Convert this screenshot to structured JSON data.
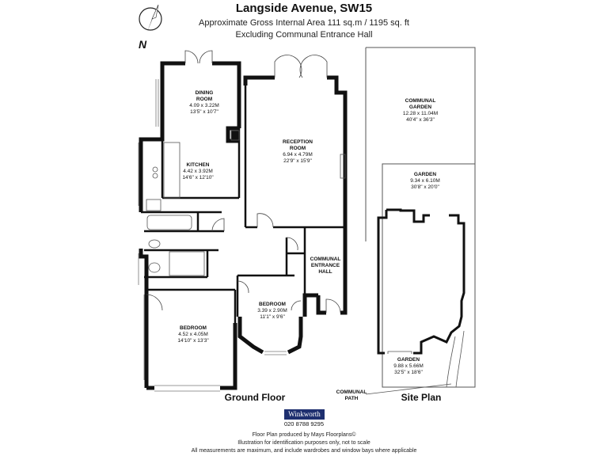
{
  "header": {
    "title": "Langside Avenue, SW15",
    "area_line": "Approximate Gross Internal Area 111 sq.m  /  1195 sq. ft",
    "note_line": "Excluding Communal Entrance Hall"
  },
  "compass": {
    "label": "N"
  },
  "rooms": {
    "dining": {
      "name": "DINING\nROOM",
      "metric": "4.09 x 3.22M",
      "imperial": "13'5\" x 10'7\""
    },
    "reception": {
      "name": "RECEPTION\nROOM",
      "metric": "6.94 x 4.79M",
      "imperial": "22'9\" x 15'9\""
    },
    "kitchen": {
      "name": "KITCHEN",
      "metric": "4.42 x 3.92M",
      "imperial": "14'6\" x 12'10\""
    },
    "entrance": {
      "name": "COMMUNAL\nENTRANCE\nHALL"
    },
    "bedroom2": {
      "name": "BEDROOM",
      "metric": "3.39 x 2.90M",
      "imperial": "11'1\" x 9'6\""
    },
    "bedroom1": {
      "name": "BEDROOM",
      "metric": "4.52 x 4.05M",
      "imperial": "14'10\" x 13'3\""
    }
  },
  "site": {
    "communal_garden": {
      "name": "COMMUNAL\nGARDEN",
      "metric": "12.28 x 11.04M",
      "imperial": "40'4\" x 36'3\""
    },
    "garden_top": {
      "name": "GARDEN",
      "metric": "9.34 x 6.10M",
      "imperial": "30'8\" x 20'0\""
    },
    "garden_bottom": {
      "name": "GARDEN",
      "metric": "9.88 x 5.66M",
      "imperial": "32'5\" x 18'6\""
    },
    "communal_path": "COMMUNAL\nPATH"
  },
  "labels": {
    "ground_floor": "Ground Floor",
    "site_plan": "Site Plan"
  },
  "branding": {
    "logo": "Winkworth",
    "phone": "020 8788 9295",
    "logo_color": "#1e2f6f"
  },
  "footer": {
    "line1": "Floor Plan produced by Mays Floorplans©",
    "line2": "Illustration for identification purposes only, not to scale",
    "line3": "All measurements are maximum, and include wardrobes and window bays where applicable"
  }
}
